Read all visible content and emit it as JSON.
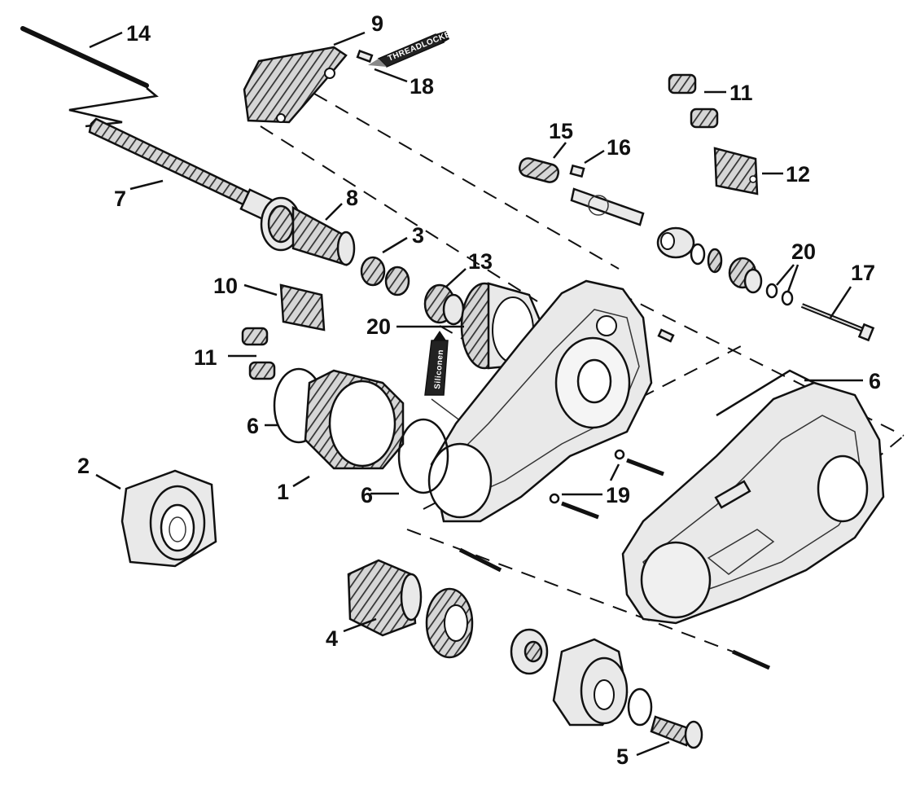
{
  "labels": {
    "l1": "1",
    "l2": "2",
    "l3": "3",
    "l4": "4",
    "l5": "5",
    "l6a": "6",
    "l6b": "6",
    "l6c": "6",
    "l7": "7",
    "l8": "8",
    "l9": "9",
    "l10": "10",
    "l11a": "11",
    "l11b": "11",
    "l12": "12",
    "l13": "13",
    "l14": "14",
    "l15": "15",
    "l16": "16",
    "l17": "17",
    "l18": "18",
    "l19": "19",
    "l20a": "20",
    "l20b": "20"
  },
  "tubes": {
    "threadlocker": "THREADLOCKER",
    "silicone": "Siliconen"
  },
  "colors": {
    "line": "#111111",
    "background": "#ffffff",
    "part_fill": "#e9e9e9"
  }
}
